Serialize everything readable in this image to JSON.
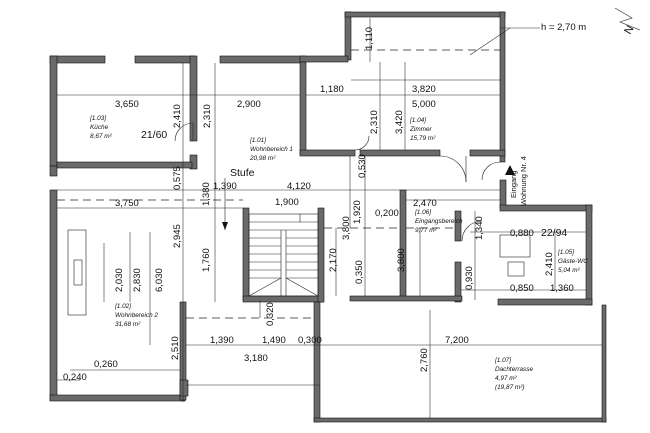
{
  "header": {
    "ceiling_height": "h = 2,70 m",
    "north_symbol": "N"
  },
  "rooms": [
    {
      "id": "[1.03]",
      "name": "Küche",
      "area": "8,67 m²"
    },
    {
      "id": "[1.01]",
      "name": "Wohnbereich 1",
      "area": "20,98 m²"
    },
    {
      "id": "[1.04]",
      "name": "Zimmer",
      "area": "15,79 m²"
    },
    {
      "id": "[1.06]",
      "name": "Eingangsbereich",
      "area": "9,77 m²"
    },
    {
      "id": "[1.05]",
      "name": "Gäste-WC",
      "area": "5,04 m²"
    },
    {
      "id": "[1.02]",
      "name": "Wohnbereich 2",
      "area": "31,68 m²"
    },
    {
      "id": "[1.07]",
      "name": "Dachterrasse",
      "area": "4,97 m²",
      "area_alt": "(19,87 m²)"
    }
  ],
  "labels": {
    "stair_label": "Stufe",
    "entrance_line1": "Eingang",
    "entrance_line2": "Wohnung Nr. 4",
    "door_ratio_1": "21/60",
    "door_ratio_2": "22/94"
  },
  "dimensions": {
    "d_1110": "1,110",
    "d_1180": "1,180",
    "d_3820": "3,820",
    "d_5000": "5,000",
    "d_3650": "3,650",
    "d_2410a": "2,410",
    "d_2310a": "2,310",
    "d_2900": "2,900",
    "d_2310b": "2,310",
    "d_3420": "3,420",
    "d_0575": "0,575",
    "d_1380": "1,380",
    "d_1390a": "1,390",
    "d_4120": "4,120",
    "d_0530": "0,530",
    "d_2470": "2,470",
    "d_3750": "3,750",
    "d_1900": "1,900",
    "d_1920": "1,920",
    "d_0200": "0,200",
    "d_1340": "1,340",
    "d_0880": "0,880",
    "d_2945": "2,945",
    "d_2030": "2,030",
    "d_2830": "2,830",
    "d_6030": "6,030",
    "d_1760": "1,760",
    "d_2170": "2,170",
    "d_3800a": "3,800",
    "d_3800b": "3,800",
    "d_2410b": "2,410",
    "d_0350": "0,350",
    "d_0930": "0,930",
    "d_0850": "0,850",
    "d_1360": "1,360",
    "d_0320": "0,320",
    "d_2510": "2,510",
    "d_1390b": "1,390",
    "d_1490": "1,490",
    "d_0300": "0,300",
    "d_7200": "7,200",
    "d_3180": "3,180",
    "d_2760": "2,760",
    "d_0260": "0,260",
    "d_0240": "0,240"
  }
}
